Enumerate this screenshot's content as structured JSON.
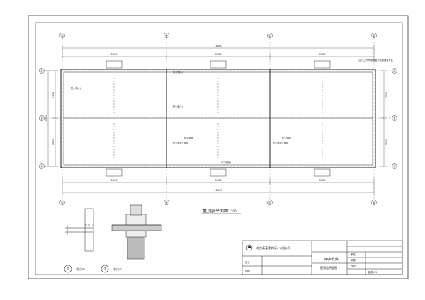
{
  "axes": {
    "columns": [
      "①",
      "④",
      "⑦",
      "⑩"
    ],
    "rows": [
      "Ⓐ",
      "Ⓑ",
      "Ⓒ"
    ]
  },
  "dimensions": {
    "top_segments": [
      "6000",
      "6000",
      "6000"
    ],
    "top_total": "18000",
    "bottom_segments": [
      "6000",
      "6000",
      "6000"
    ],
    "bottom_total": "18000",
    "left_segments": [
      "7500",
      "7500"
    ],
    "left_total": "15000",
    "right_segments": [
      "7500",
      "7500"
    ]
  },
  "plan": {
    "title": "屋顶层平面图",
    "scale": "1:100",
    "notes": [
      "防火墙(1)",
      "防火墙(1)",
      "防火墙(1)"
    ],
    "fire_labels": [
      "防火墙隔",
      "防火墙隔"
    ],
    "extinguisher_labels": [
      "防火墙设立隔墙",
      "防火墙设立隔墙"
    ],
    "door_mark": "C门(双扇)",
    "right_note": "注:以上所有屋面各分区屋面各分区"
  },
  "details": [
    {
      "mark": "1",
      "label": "节点①"
    },
    {
      "mark": "2",
      "label": "节点②"
    }
  ],
  "title_block": {
    "company": "北京某某建筑设计有限公司",
    "project": "甲类仓库",
    "drawing": "屋顶层平面图",
    "rows": [
      "审定",
      "审核",
      "校对",
      "设计",
      "制图"
    ],
    "sheet_no": "建施-05"
  }
}
